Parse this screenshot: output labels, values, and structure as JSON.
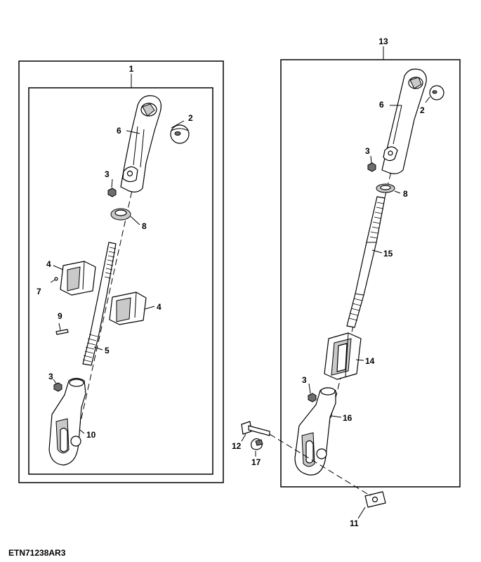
{
  "figure": {
    "reference_code": "ETN71238AR3",
    "left_group_callout": "1",
    "right_group_callout": "13"
  },
  "callouts": {
    "c2_left": "2",
    "c6_left": "6",
    "c3_left_top": "3",
    "c8_left": "8",
    "c4_left_a": "4",
    "c7": "7",
    "c4_left_b": "4",
    "c9": "9",
    "c5": "5",
    "c3_left_bottom": "3",
    "c10": "10",
    "c6_right": "6",
    "c2_right": "2",
    "c3_right_top": "3",
    "c8_right": "8",
    "c15": "15",
    "c14": "14",
    "c3_right_bottom": "3",
    "c16": "16",
    "c12": "12",
    "c17": "17",
    "c11": "11"
  }
}
